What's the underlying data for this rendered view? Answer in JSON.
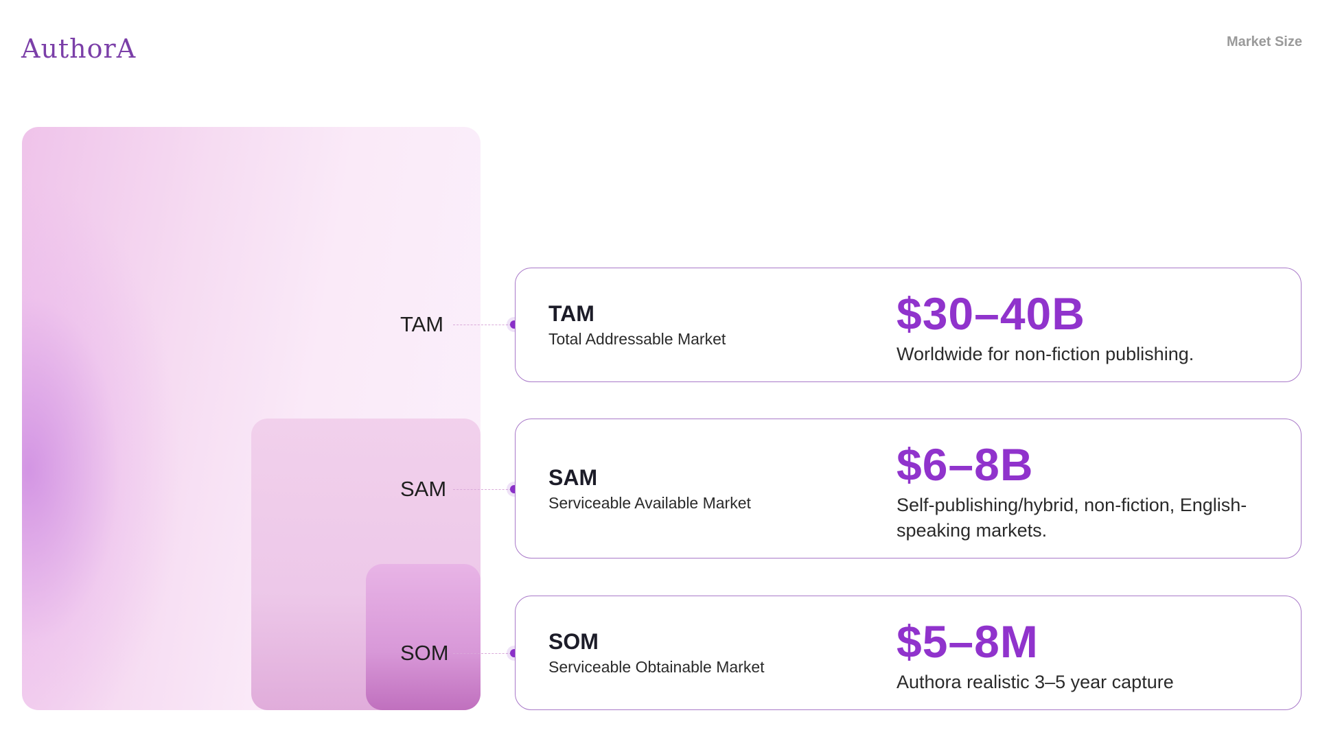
{
  "header": {
    "logo_text": "AuthorA",
    "section_label": "Market Size"
  },
  "diagram": {
    "tam_label": "TAM",
    "sam_label": "SAM",
    "som_label": "SOM"
  },
  "cards": [
    {
      "abbr": "TAM",
      "full_name": "Total Addressable Market",
      "value": "$30–40B",
      "description": "Worldwide for non-fiction publishing."
    },
    {
      "abbr": "SAM",
      "full_name": "Serviceable Available Market",
      "value": "$6–8B",
      "description": "Self-publishing/hybrid, non-fiction, English-speaking markets."
    },
    {
      "abbr": "SOM",
      "full_name": "Serviceable Obtainable Market",
      "value": "$5–8M",
      "description": "Authora realistic 3–5 year capture"
    }
  ],
  "colors": {
    "accent": "#9033cc",
    "border": "#a878c8",
    "logo": "#7b3fa8"
  }
}
